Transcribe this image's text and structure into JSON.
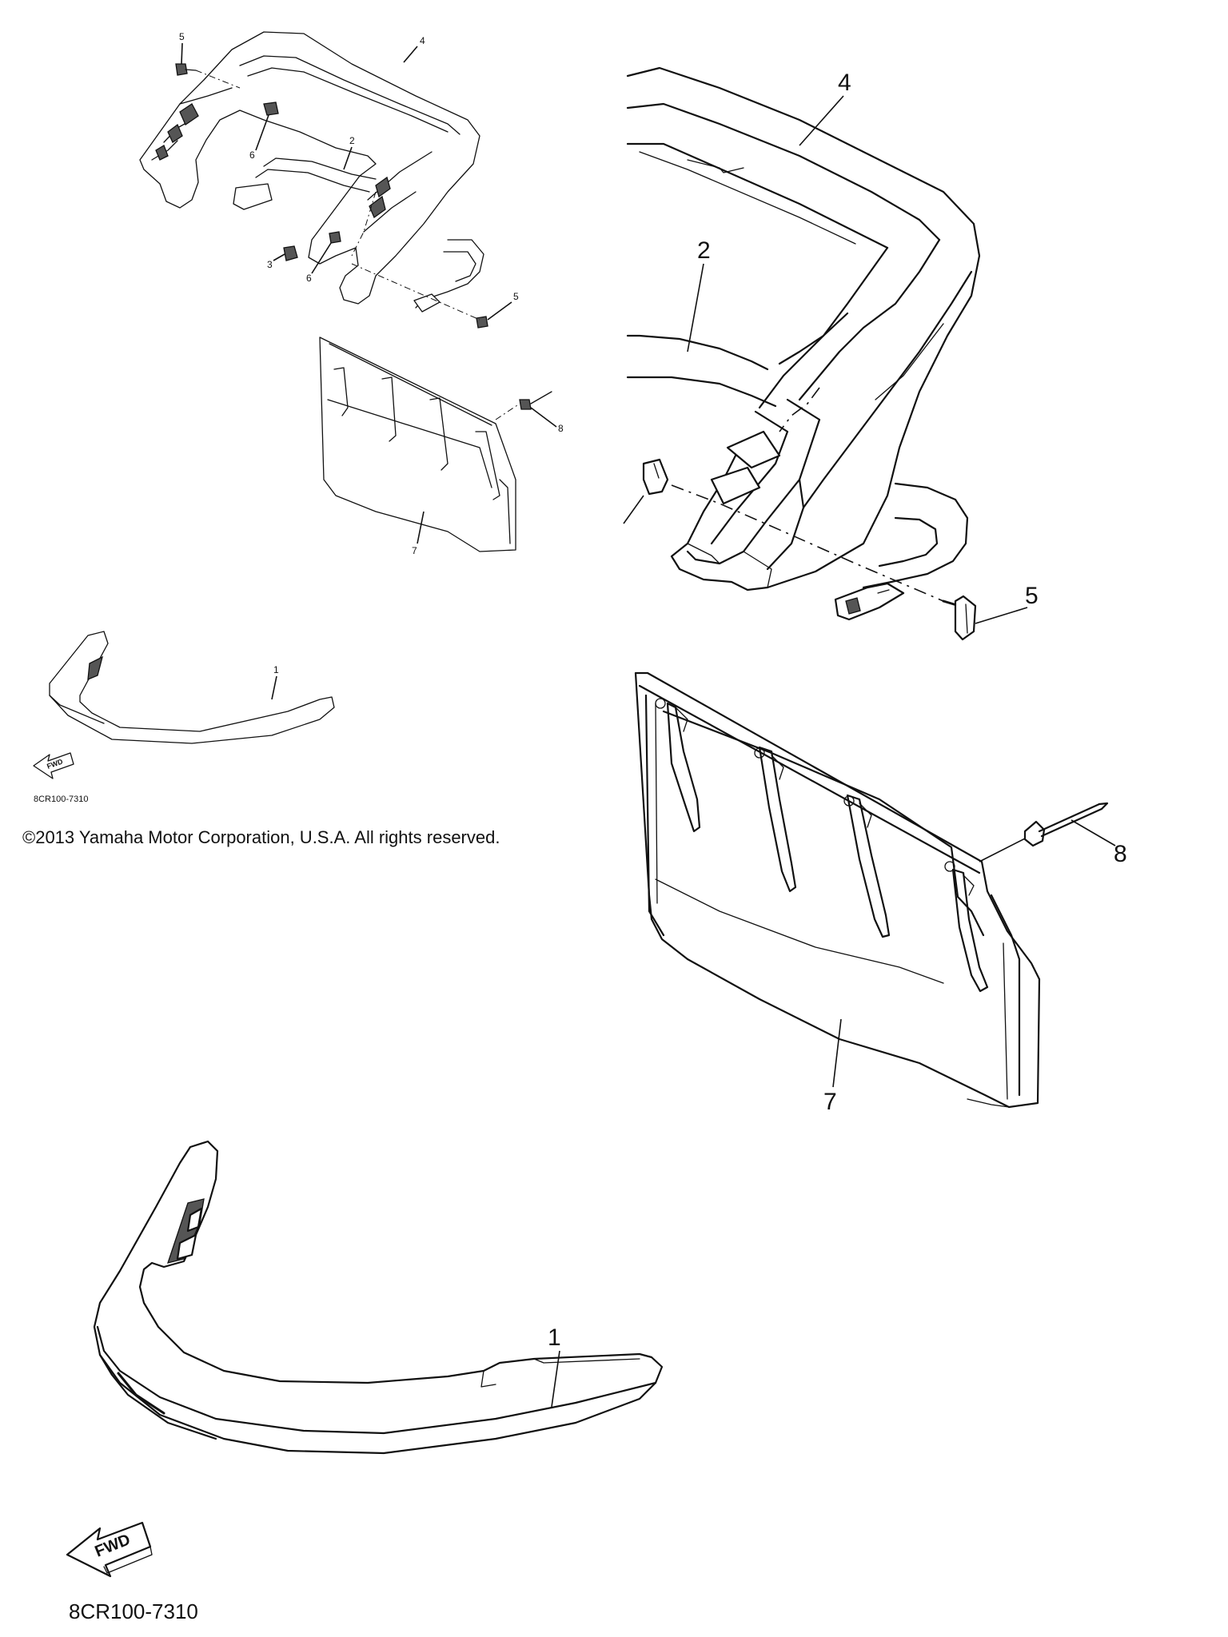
{
  "copyright": "©2013 Yamaha Motor Corporation, U.S.A. All rights reserved.",
  "diagram_code": "8CR100-7310",
  "direction_arrow_label": "FWD",
  "callouts": {
    "bumper": "1",
    "lower_guard": "2",
    "bolt": "3",
    "rear_frame": "4",
    "flange_bolt": "5",
    "nut": "6",
    "flap": "7",
    "rivet": "8"
  }
}
